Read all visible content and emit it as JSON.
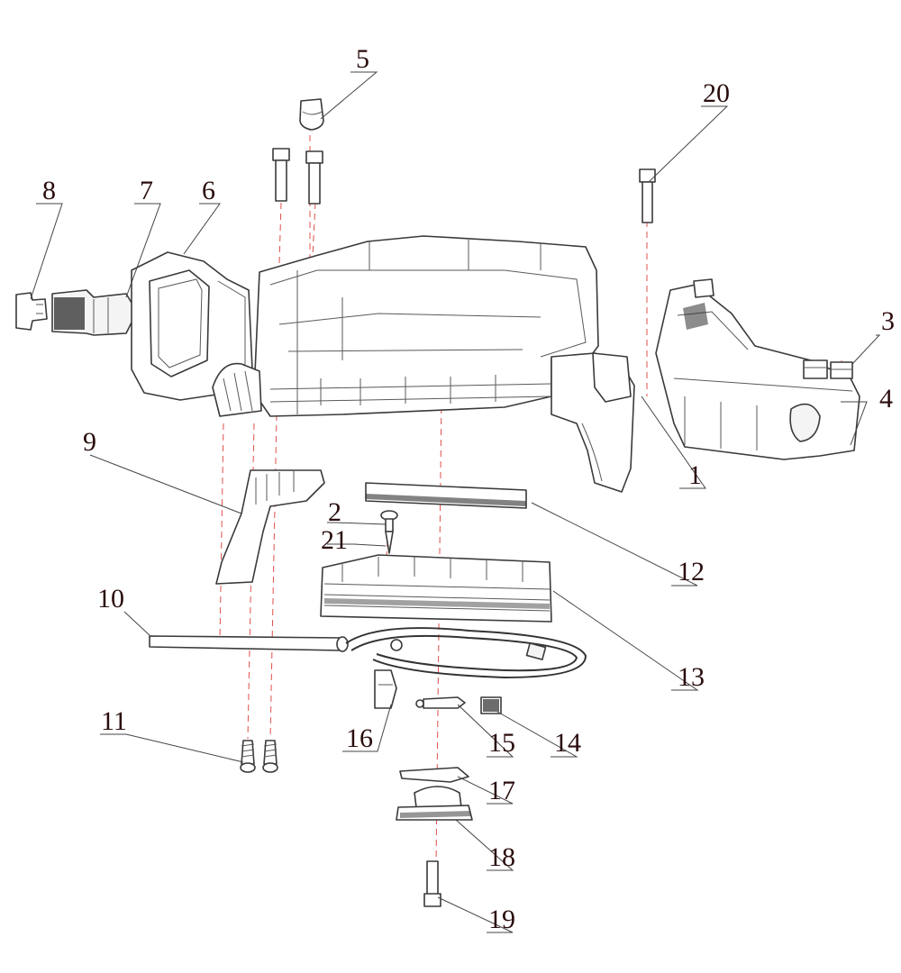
{
  "callouts": [
    "1",
    "2",
    "3",
    "4",
    "5",
    "6",
    "7",
    "8",
    "9",
    "10",
    "11",
    "12",
    "13",
    "14",
    "15",
    "16",
    "17",
    "18",
    "19",
    "20",
    "21"
  ],
  "colors": {
    "line": "#3a3a3a",
    "axis": "#e0504a",
    "label": "#2a0c0c",
    "background": "#ffffff"
  }
}
